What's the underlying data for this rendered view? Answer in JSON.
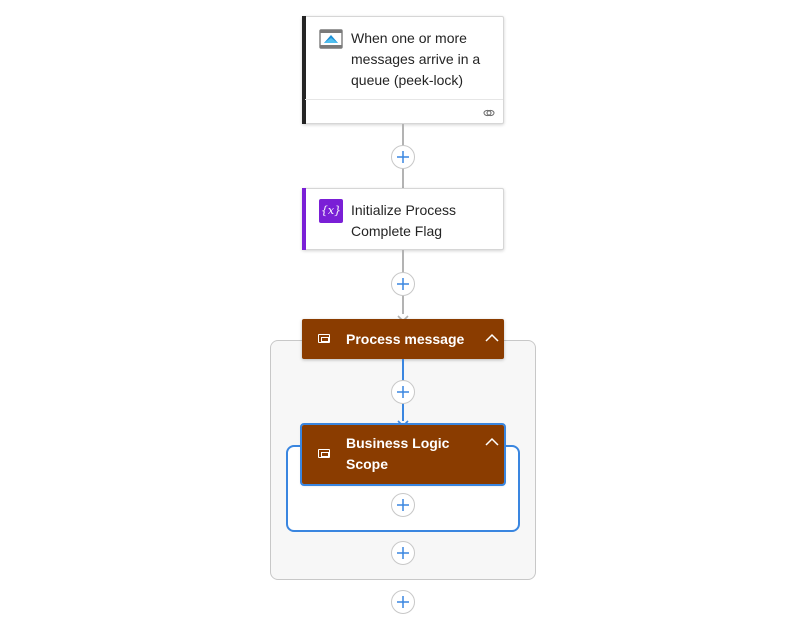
{
  "trigger": {
    "title": "When one or more messages arrive in a queue (peek-lock)",
    "icon": "service-bus-queue-icon",
    "footer_icon": "link-icon",
    "accent": "#242424"
  },
  "init_variable": {
    "title": "Initialize Process Complete Flag",
    "icon": "variable-icon",
    "icon_glyph": "{x}",
    "accent": "#7a1fd6"
  },
  "process_scope": {
    "title": "Process message",
    "header_color": "#8a3c00",
    "collapse_icon": "chevron-up-icon"
  },
  "business_scope": {
    "title": "Business Logic Scope",
    "header_color": "#8a3c00",
    "collapse_icon": "chevron-up-icon",
    "selected_border": "#3a86e0"
  },
  "add_step_icon": "plus-icon",
  "colors": {
    "connector": "#b3b3b3",
    "connector_selected": "#3a86e0",
    "plus": "#3a86e0",
    "scope_bg": "#f7f7f7"
  }
}
